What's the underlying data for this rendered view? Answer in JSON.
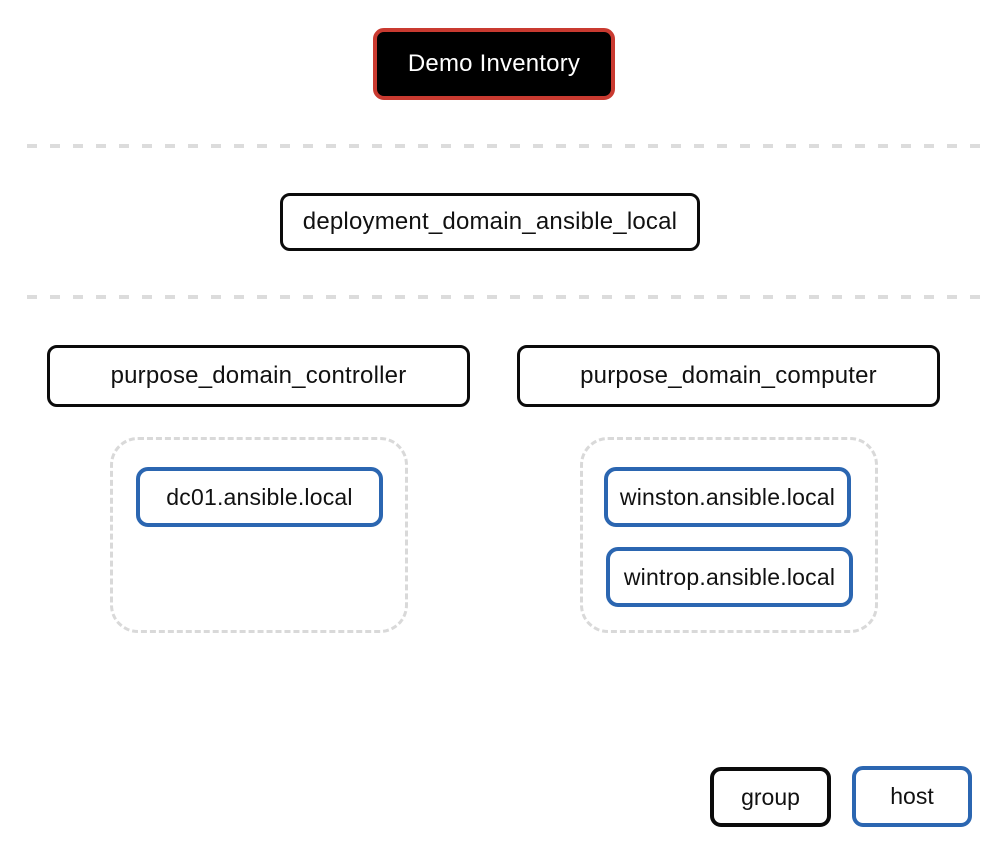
{
  "diagram_title": "Demo Inventory",
  "colors": {
    "group_border": "#0b0b0b",
    "host_border": "#2b66b1",
    "inventory_border": "#c93a30",
    "inventory_fill": "#000000",
    "divider_color": "#dcdcdc",
    "container_border": "#d9d9d9"
  },
  "tree": {
    "inventory_label": "Demo Inventory",
    "deployment_group_label": "deployment_domain_ansible_local",
    "purpose_groups": [
      {
        "label": "purpose_domain_controller",
        "hosts": [
          "dc01.ansible.local"
        ]
      },
      {
        "label": "purpose_domain_computer",
        "hosts": [
          "winston.ansible.local",
          "wintrop.ansible.local"
        ]
      }
    ]
  },
  "legend": {
    "group": "group",
    "host": "host"
  }
}
